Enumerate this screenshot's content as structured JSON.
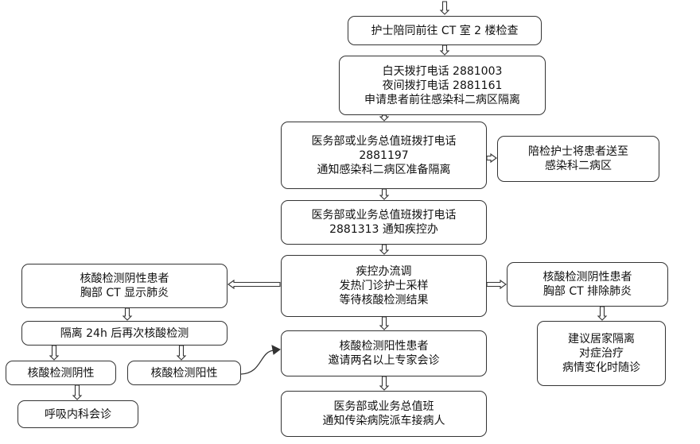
{
  "colors": {
    "line": "#333333",
    "fill": "#ffffff",
    "text": "#111111"
  },
  "nodes": {
    "n1": {
      "lines": [
        "护士陪同前往 CT 室 2 楼检查"
      ]
    },
    "n2": {
      "lines": [
        "白天拨打电话 2881003",
        "夜间拨打电话 2881161",
        "申请患者前往感染科二病区隔离"
      ]
    },
    "n3": {
      "lines": [
        "医务部或业务总值班拨打电话",
        "2881197",
        "通知感染科二病区准备隔离"
      ]
    },
    "n3r": {
      "lines": [
        "陪检护士将患者送至",
        "感染科二病区"
      ]
    },
    "n4": {
      "lines": [
        "医务部或业务总值班拨打电话",
        "2881313 通知疾控办"
      ]
    },
    "n5": {
      "lines": [
        "疾控办流调",
        "发热门诊护士采样",
        "等待核酸检测结果"
      ]
    },
    "nL1": {
      "lines": [
        "核酸检测阴性患者",
        "胸部 CT 显示肺炎"
      ]
    },
    "nL2": {
      "lines": [
        "隔离 24h 后再次核酸检测"
      ]
    },
    "nL3a": {
      "lines": [
        "核酸检测阴性"
      ]
    },
    "nL3b": {
      "lines": [
        "核酸检测阳性"
      ]
    },
    "nL4": {
      "lines": [
        "呼吸内科会诊"
      ]
    },
    "nR1": {
      "lines": [
        "核酸检测阴性患者",
        "胸部 CT 排除肺炎"
      ]
    },
    "nR2": {
      "lines": [
        "建议居家隔离",
        "对症治疗",
        "病情变化时随诊"
      ]
    },
    "n6": {
      "lines": [
        "核酸检测阳性患者",
        "邀请两名以上专家会诊"
      ]
    },
    "n7": {
      "lines": [
        "医务部或业务总值班",
        "通知传染病院派车接病人"
      ]
    }
  }
}
